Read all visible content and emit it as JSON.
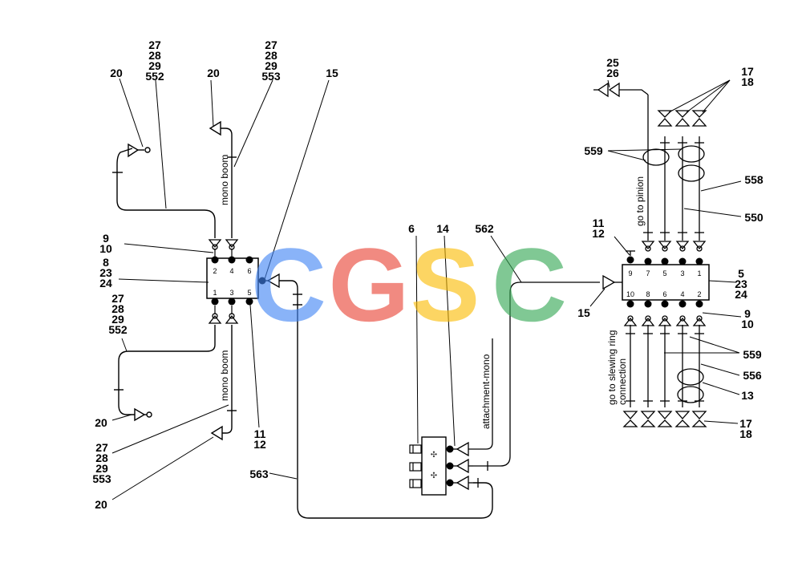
{
  "callouts": {
    "c_27_28_29_552_top": [
      "27",
      "28",
      "29",
      "552"
    ],
    "c_27_28_29_553_top": [
      "27",
      "28",
      "29",
      "553"
    ],
    "c_20_top_left": "20",
    "c_20_top_mid": "20",
    "c_15_left": "15",
    "c_9_10_left": [
      "9",
      "10"
    ],
    "c_8_23_24": [
      "8",
      "23",
      "24"
    ],
    "c_27_28_29_552_mid": [
      "27",
      "28",
      "29",
      "552"
    ],
    "c_20_bottom_left": "20",
    "c_27_28_29_553_bottom": [
      "27",
      "28",
      "29",
      "553"
    ],
    "c_20_bottom": "20",
    "c_11_12_left": [
      "11",
      "12"
    ],
    "c_563": "563",
    "c_6": "6",
    "c_14": "14",
    "c_562": "562",
    "c_25_26": [
      "25",
      "26"
    ],
    "c_17_18_top": [
      "17",
      "18"
    ],
    "c_559_top": "559",
    "c_558": "558",
    "c_550": "550",
    "c_11_12_right": [
      "11",
      "12"
    ],
    "c_5_23_24": [
      "5",
      "23",
      "24"
    ],
    "c_15_right": "15",
    "c_9_10_right": [
      "9",
      "10"
    ],
    "c_559_bottom": "559",
    "c_556": "556",
    "c_13": "13",
    "c_17_18_bottom": [
      "17",
      "18"
    ]
  },
  "labels": {
    "mono_boom_upper": "mono boom",
    "mono_boom_lower": "mono boom",
    "attachment_mono": "attachment-mono",
    "go_to_pinion": "go to pinion",
    "go_to_slewing_1": "go to slewing ring",
    "go_to_slewing_2": "connection"
  },
  "left_block_ports": {
    "top": [
      "2",
      "4",
      "6"
    ],
    "bottom": [
      "1",
      "3",
      "5"
    ]
  },
  "right_block_ports": {
    "top": [
      "9",
      "7",
      "5",
      "3",
      "1"
    ],
    "bottom": [
      "10",
      "8",
      "6",
      "4",
      "2"
    ]
  },
  "watermark": {
    "letters": [
      "C",
      "G",
      "S",
      "C"
    ],
    "colors": [
      "#4285F4",
      "#EA4335",
      "#FBBC05",
      "#34A853"
    ]
  }
}
